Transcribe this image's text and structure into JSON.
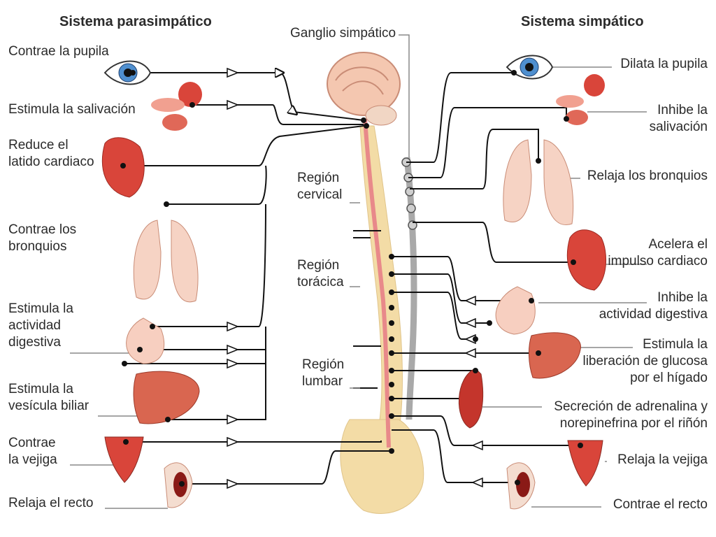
{
  "headings": {
    "parasympathetic": "Sistema parasimpático",
    "sympathetic": "Sistema simpático",
    "ganglion": "Ganglio simpático"
  },
  "regions": {
    "cervical": "Región\ncervical",
    "thoracic": "Región\ntorácica",
    "lumbar": "Región\nlumbar"
  },
  "parasympathetic_effects": [
    "Contrae la pupila",
    "Estimula la salivación",
    "Reduce el\nlatido cardiaco",
    "Contrae los\nbronquios",
    "Estimula la\nactividad\ndigestiva",
    "Estimula la\nvesícula biliar",
    "Contrae\nla vejiga",
    "Relaja el recto"
  ],
  "sympathetic_effects": [
    "Dilata la pupila",
    "Inhibe la\nsalivación",
    "Relaja los bronquios",
    "Acelera el\nimpulso cardiaco",
    "Inhibe la\nactividad digestiva",
    "Estimula la\nliberación de glucosa\npor el hígado",
    "Secreción de adrenalina y\nnorepinefrina por el riñón",
    "Relaja la vejiga",
    "Contrae el recto"
  ],
  "colors": {
    "nerve": "#111111",
    "organ": "#d9453a",
    "organ_light": "#f6c9b8",
    "spine": "#f3dca6",
    "cord": "#e8898a",
    "ganglion_chain": "#a9a9a9",
    "brain": "#f4c7b0"
  }
}
